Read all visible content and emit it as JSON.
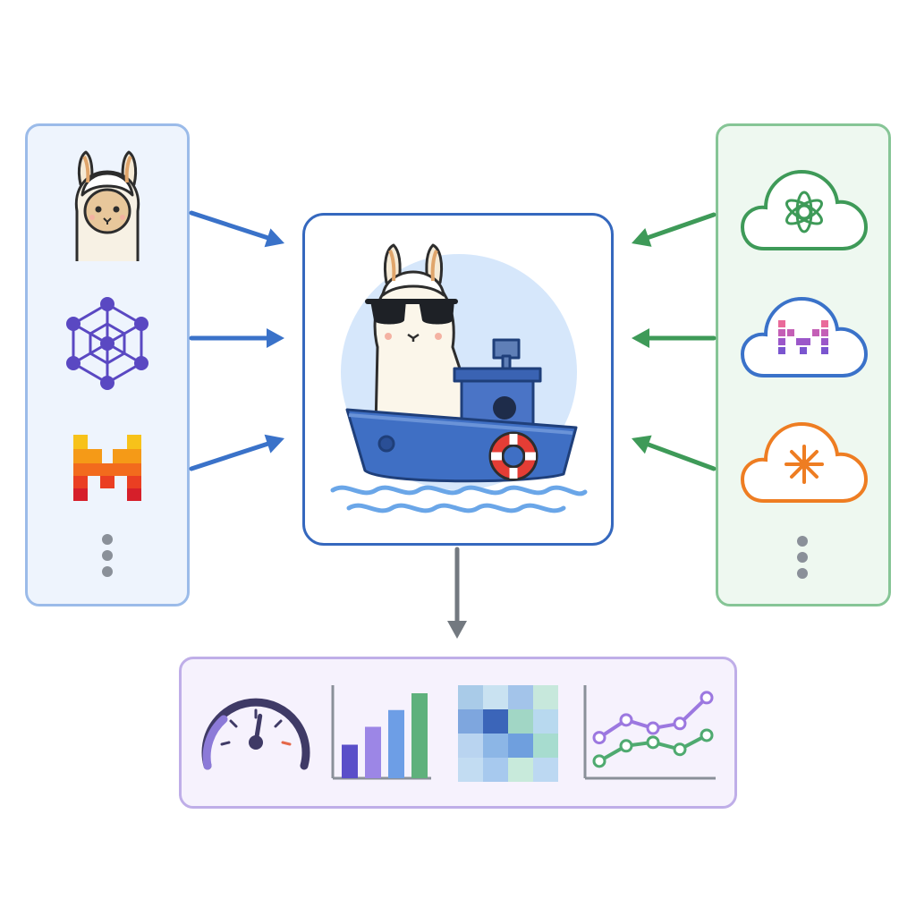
{
  "colors": {
    "left_border": "#9bbbe9",
    "left_fill": "#eef4fd",
    "right_border": "#86c596",
    "right_fill": "#eef8f0",
    "center_border": "#3568be",
    "bottom_border": "#bfaee8",
    "bottom_fill": "#f6f2fd",
    "blue_arrow": "#3a72c9",
    "green_arrow": "#3e9a58",
    "gray_arrow": "#737980"
  },
  "left_panel": {
    "items": [
      {
        "icon": "llama-face-icon"
      },
      {
        "icon": "hexagon-network-icon"
      },
      {
        "icon": "pixel-m-logo-icon"
      },
      {
        "icon": "more-dots-icon"
      }
    ]
  },
  "right_panel": {
    "items": [
      {
        "icon": "cloud-openai-logo-icon"
      },
      {
        "icon": "cloud-pixel-m-logo-icon"
      },
      {
        "icon": "cloud-asterisk-icon"
      },
      {
        "icon": "more-dots-icon"
      }
    ]
  },
  "center": {
    "icon": "llama-sunglasses-boat-icon"
  },
  "bottom_panel": {
    "items": [
      {
        "icon": "speedometer-gauge-icon",
        "level": 0.55
      },
      {
        "icon": "bar-chart-icon",
        "values": [
          3,
          4.6,
          6.1,
          7.6
        ]
      },
      {
        "icon": "heatmap-grid-icon"
      },
      {
        "icon": "line-chart-icon",
        "series": [
          [
            3,
            4.5,
            3.8,
            4.2,
            6.4
          ],
          [
            1,
            2.3,
            2.6,
            2,
            3.2
          ]
        ]
      }
    ]
  }
}
